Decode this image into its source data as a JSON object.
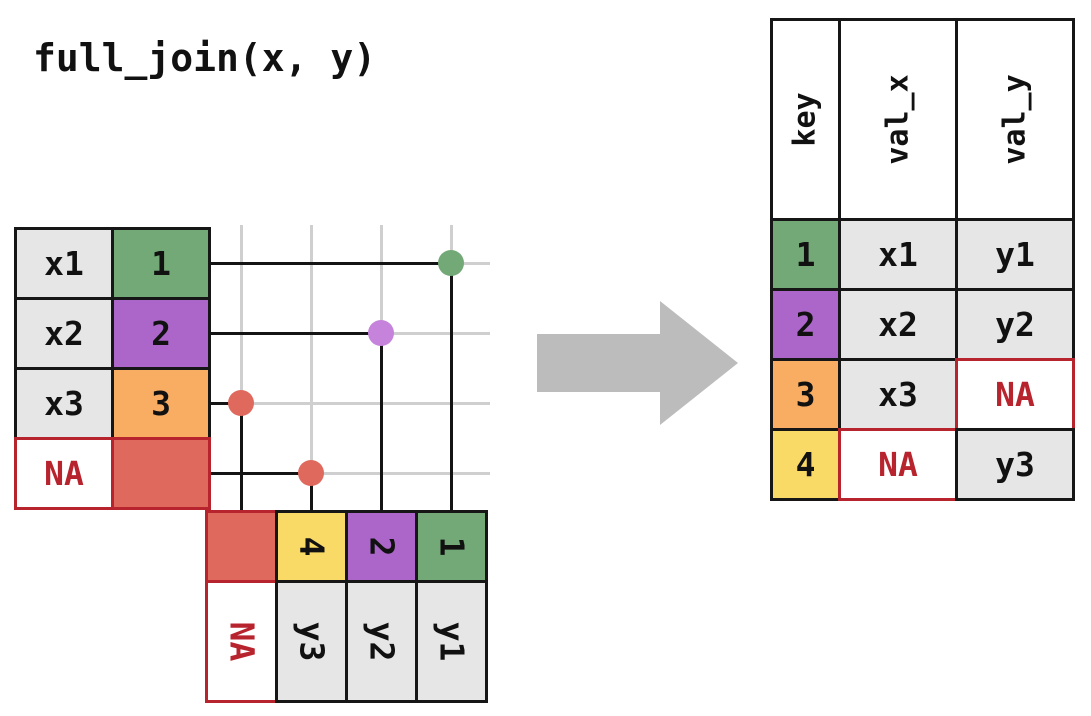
{
  "title": "full_join(x, y)",
  "palette": {
    "green": "#73a877",
    "purple": "#ac66c9",
    "purple_dot": "#c683dc",
    "orange": "#f8ad62",
    "yellow": "#fada66",
    "salmon": "#e0695e",
    "red": "#b8242e",
    "cell_gray": "#e6e6e6",
    "grid_gray": "#cfcfcf",
    "line_black": "#141414",
    "arrow_gray": "#bcbcbc"
  },
  "x_table": {
    "rows": [
      {
        "val": "x1",
        "key": "1"
      },
      {
        "val": "x2",
        "key": "2"
      },
      {
        "val": "x3",
        "key": "3"
      },
      {
        "val": "NA",
        "key": ""
      }
    ]
  },
  "y_table": {
    "cols": [
      {
        "key": "",
        "val": "NA"
      },
      {
        "key": "4",
        "val": "y3"
      },
      {
        "key": "2",
        "val": "y2"
      },
      {
        "key": "1",
        "val": "y1"
      }
    ]
  },
  "result_table": {
    "headers": [
      "key",
      "val_x",
      "val_y"
    ],
    "rows": [
      {
        "key": "1",
        "val_x": "x1",
        "val_y": "y1"
      },
      {
        "key": "2",
        "val_x": "x2",
        "val_y": "y2"
      },
      {
        "key": "3",
        "val_x": "x3",
        "val_y": "NA"
      },
      {
        "key": "4",
        "val_x": "NA",
        "val_y": "y3"
      }
    ]
  }
}
